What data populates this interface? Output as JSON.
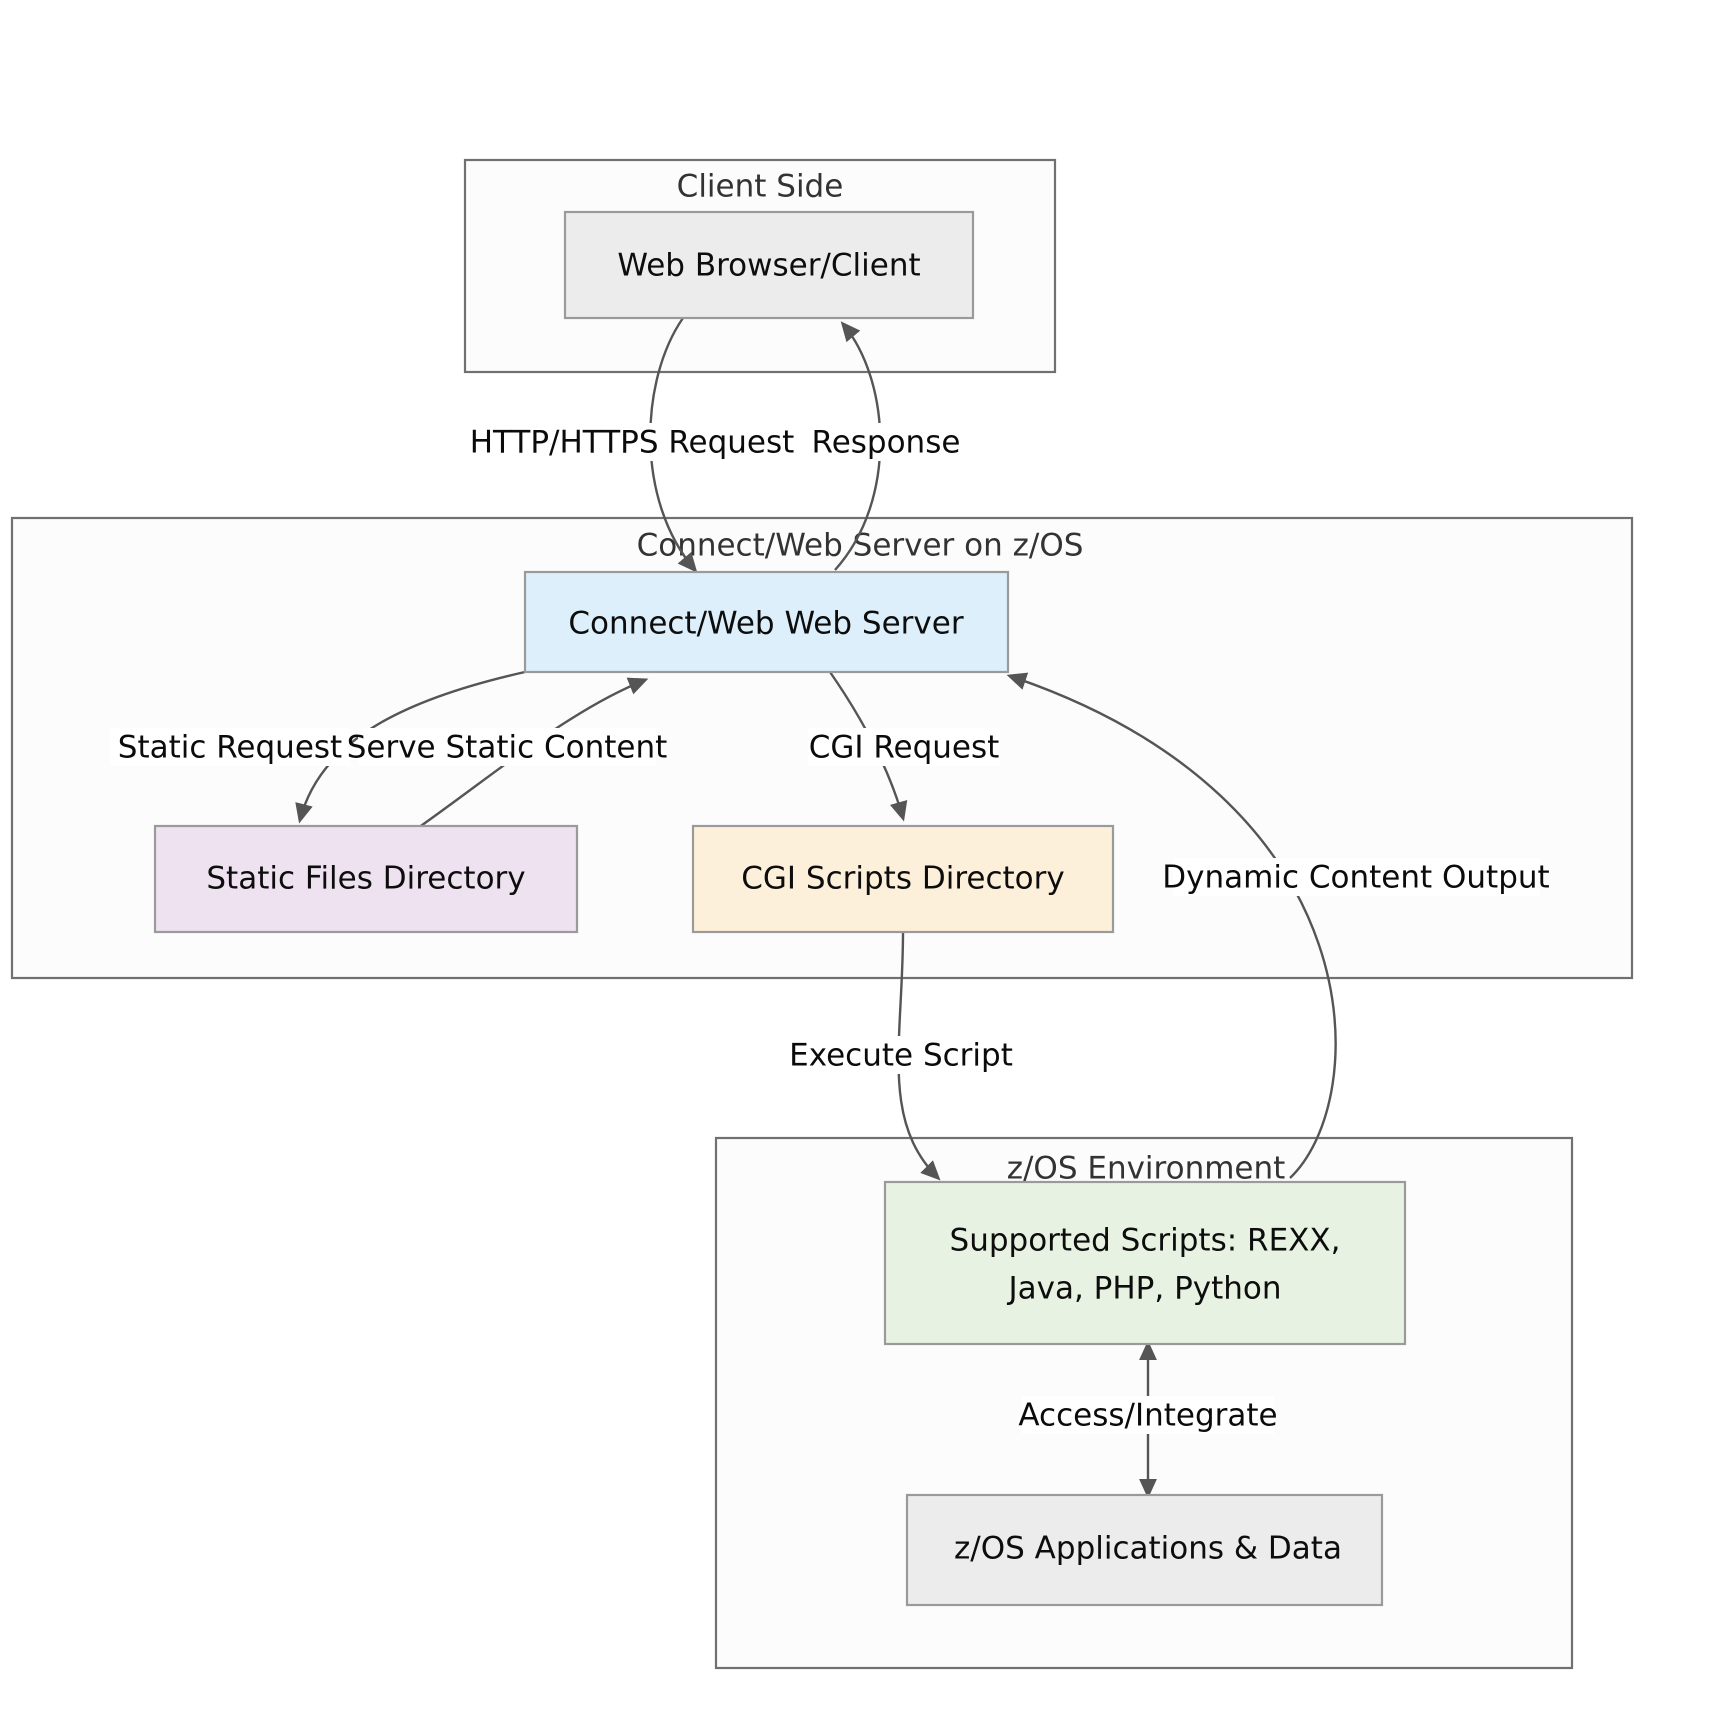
{
  "diagram": {
    "type": "flowchart",
    "background": "#ffffff",
    "clusters": [
      {
        "id": "client_side",
        "title": "Client Side",
        "fill": "#fcfcfc",
        "stroke": "#707070"
      },
      {
        "id": "server_zos",
        "title": "Connect/Web Server on  z/OS",
        "fill": "#fcfcfc",
        "stroke": "#707070"
      },
      {
        "id": "zos_env",
        "title": "z/OS Environment",
        "fill": "#fcfcfc",
        "stroke": "#707070"
      }
    ],
    "nodes": [
      {
        "id": "browser",
        "label": "Web Browser/Client",
        "fill": "#ececec",
        "stroke": "#9a9a9a"
      },
      {
        "id": "webserver",
        "label": "Connect/Web Web Server",
        "fill": "#ddeffb",
        "stroke": "#9a9a9a"
      },
      {
        "id": "static_files",
        "label": "Static Files Directory",
        "fill": "#eee1f0",
        "stroke": "#9a9a9a"
      },
      {
        "id": "cgi_scripts",
        "label": "CGI Scripts Directory",
        "fill": "#fdf0da",
        "stroke": "#9a9a9a"
      },
      {
        "id": "supported_scripts",
        "label_line1": "Supported Scripts: REXX,",
        "label_line2": "Java, PHP, Python",
        "fill": "#e8f2e3",
        "stroke": "#9a9a9a"
      },
      {
        "id": "zos_apps",
        "label": "z/OS Applications & Data",
        "fill": "#ececec",
        "stroke": "#9a9a9a"
      }
    ],
    "edges": [
      {
        "id": "e_request",
        "label": "HTTP/HTTPS Request",
        "from": "browser",
        "to": "webserver"
      },
      {
        "id": "e_response",
        "label": "Response",
        "from": "webserver",
        "to": "browser"
      },
      {
        "id": "e_static_req",
        "label": "Static Request",
        "from": "webserver",
        "to": "static_files"
      },
      {
        "id": "e_serve_static",
        "label": "Serve Static Content",
        "from": "static_files",
        "to": "webserver"
      },
      {
        "id": "e_cgi_req",
        "label": "CGI Request",
        "from": "webserver",
        "to": "cgi_scripts"
      },
      {
        "id": "e_execute",
        "label": "Execute Script",
        "from": "cgi_scripts",
        "to": "supported_scripts"
      },
      {
        "id": "e_dynamic",
        "label": "Dynamic Content Output",
        "from": "supported_scripts",
        "to": "webserver"
      },
      {
        "id": "e_access",
        "label": "Access/Integrate",
        "from": "supported_scripts",
        "to": "zos_apps"
      }
    ]
  }
}
